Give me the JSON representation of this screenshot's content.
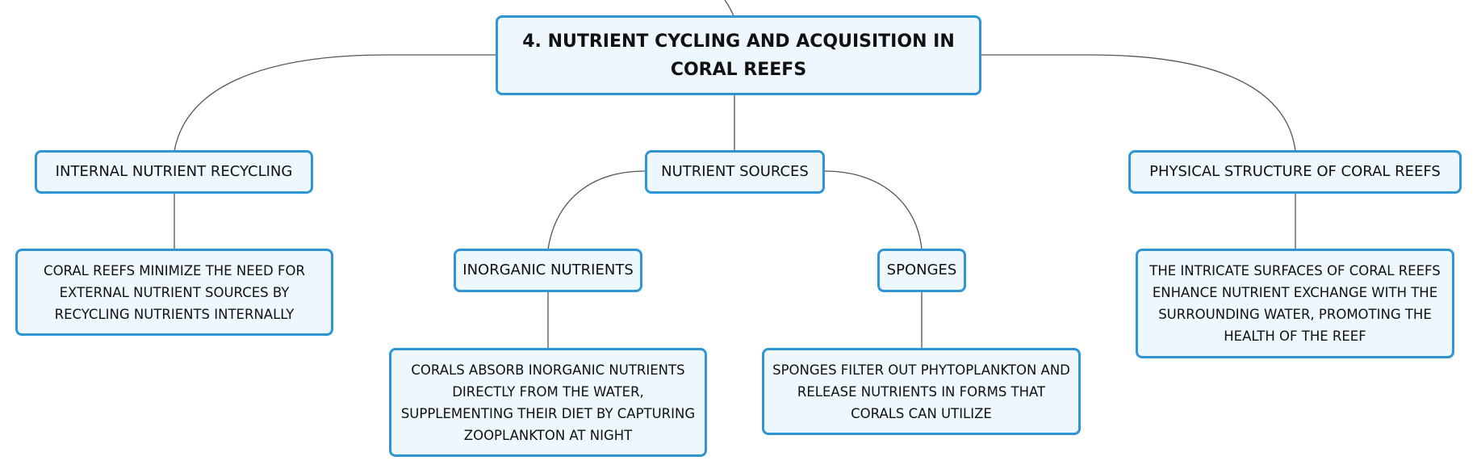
{
  "root": {
    "label": "4. NUTRIENT CYCLING AND ACQUISITION IN CORAL REEFS"
  },
  "branches": {
    "internal": {
      "label": "INTERNAL NUTRIENT RECYCLING",
      "detail": "CORAL REEFS MINIMIZE THE NEED FOR EXTERNAL NUTRIENT SOURCES BY RECYCLING NUTRIENTS INTERNALLY"
    },
    "sources": {
      "label": "NUTRIENT SOURCES",
      "inorganic": {
        "label": "INORGANIC NUTRIENTS",
        "detail": "CORALS ABSORB INORGANIC NUTRIENTS DIRECTLY FROM THE WATER, SUPPLEMENTING THEIR DIET BY CAPTURING ZOOPLANKTON AT NIGHT"
      },
      "sponges": {
        "label": "SPONGES",
        "detail": "SPONGES FILTER OUT PHYTOPLANKTON AND RELEASE NUTRIENTS IN FORMS THAT CORALS CAN UTILIZE"
      }
    },
    "structure": {
      "label": "PHYSICAL STRUCTURE OF CORAL REEFS",
      "detail": "THE INTRICATE SURFACES OF CORAL REEFS ENHANCE NUTRIENT EXCHANGE WITH THE SURROUNDING WATER, PROMOTING THE HEALTH OF THE REEF"
    }
  },
  "colors": {
    "node_border": "#2f96d6",
    "node_fill": "#eef7fd",
    "connector": "#555555",
    "text": "#111111"
  }
}
